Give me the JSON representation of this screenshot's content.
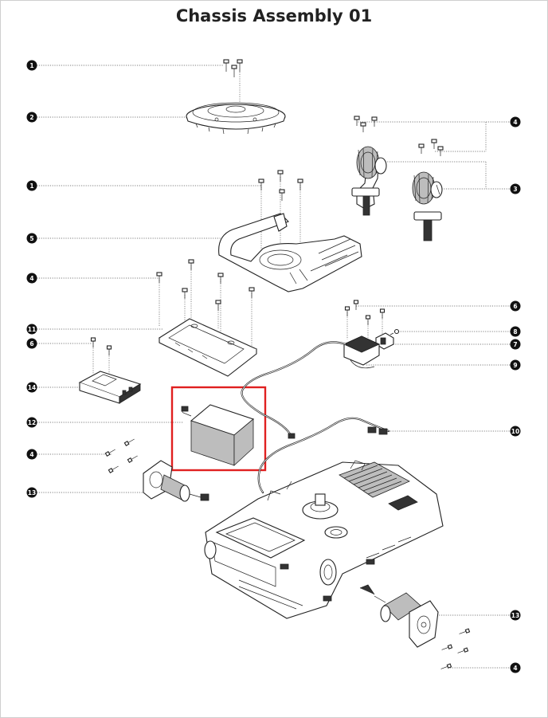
{
  "title": "Chassis Assembly 01",
  "highlight_color": "#e02020",
  "callouts": [
    {
      "label": "1"
    },
    {
      "label": "2"
    },
    {
      "label": "1"
    },
    {
      "label": "5"
    },
    {
      "label": "4"
    },
    {
      "label": "11"
    },
    {
      "label": "6"
    },
    {
      "label": "14"
    },
    {
      "label": "12"
    },
    {
      "label": "4"
    },
    {
      "label": "13"
    },
    {
      "label": "4"
    },
    {
      "label": "3"
    },
    {
      "label": "6"
    },
    {
      "label": "8"
    },
    {
      "label": "7"
    },
    {
      "label": "9"
    },
    {
      "label": "10"
    },
    {
      "label": "13"
    },
    {
      "label": "4"
    }
  ]
}
